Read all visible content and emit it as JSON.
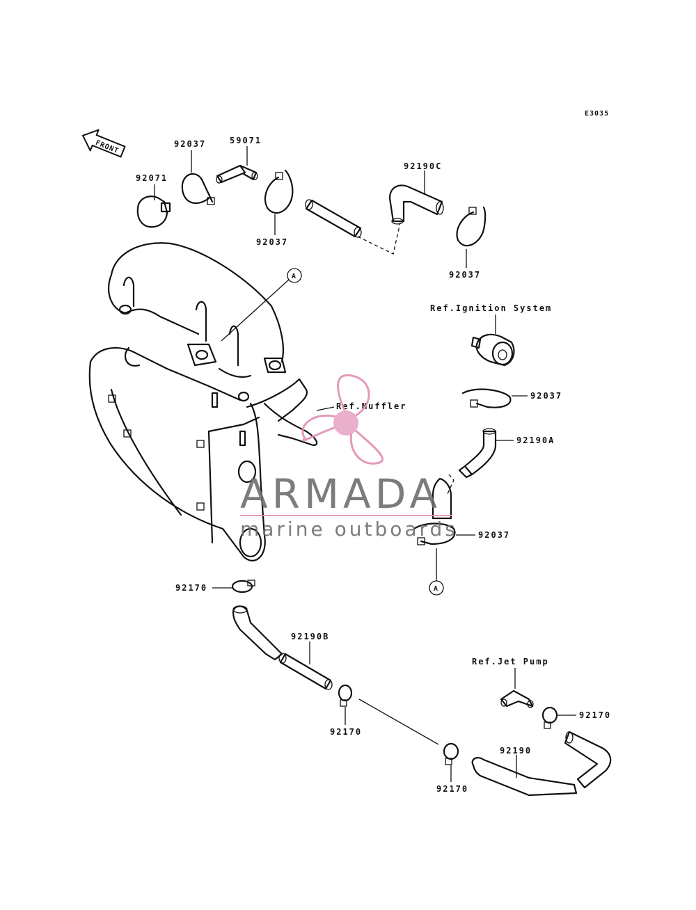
{
  "diagram": {
    "code": "E3035",
    "front_label": "FRONT",
    "callout_ref": "A",
    "references": {
      "ignition": "Ref.Ignition System",
      "muffler": "Ref.Muffler",
      "jet_pump": "Ref.Jet Pump"
    },
    "part_labels": {
      "p92037_top": "92037",
      "p59071": "59071",
      "p92071": "92071",
      "p92037_mid": "92037",
      "p92190c": "92190C",
      "p92037_right": "92037",
      "p92037_ign": "92037",
      "p92190a": "92190A",
      "p92037_low": "92037",
      "p92170_left": "92170",
      "p92190b": "92190B",
      "p92170_mid": "92170",
      "p92170_right": "92170",
      "p92190": "92190",
      "p92170_bottom": "92170"
    }
  },
  "watermark": {
    "brand": "ARMADA",
    "tagline": "marine outboards",
    "color": "#e08fb4"
  }
}
